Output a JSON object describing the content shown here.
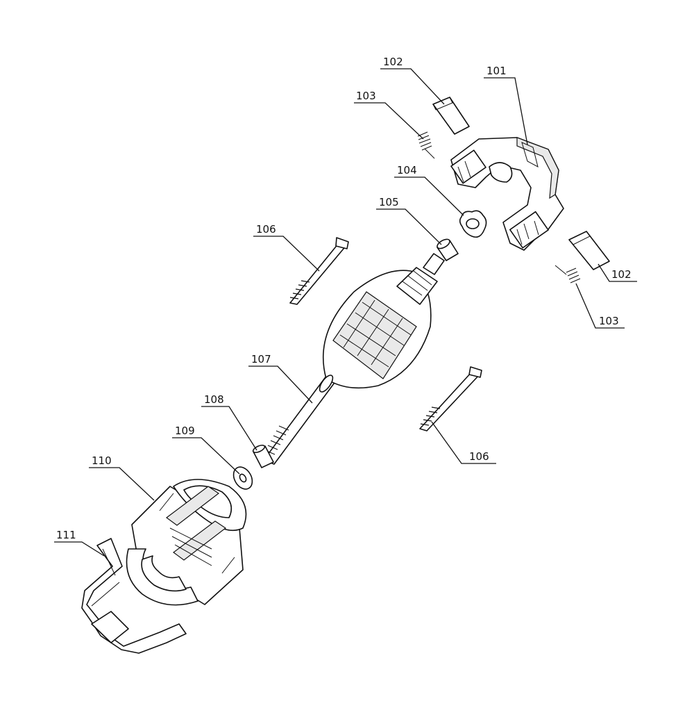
{
  "callouts": [
    {
      "key": "c101",
      "label": "101",
      "part": "brush-holder-assembly"
    },
    {
      "key": "c102a",
      "label": "102",
      "part": "carbon-brush"
    },
    {
      "key": "c102b",
      "label": "102",
      "part": "carbon-brush"
    },
    {
      "key": "c103a",
      "label": "103",
      "part": "brush-spring"
    },
    {
      "key": "c103b",
      "label": "103",
      "part": "brush-spring"
    },
    {
      "key": "c104",
      "label": "104",
      "part": "dust-cover-washer"
    },
    {
      "key": "c105",
      "label": "105",
      "part": "rear-bearing"
    },
    {
      "key": "c106a",
      "label": "106",
      "part": "housing-screw"
    },
    {
      "key": "c106b",
      "label": "106",
      "part": "housing-screw"
    },
    {
      "key": "c107",
      "label": "107",
      "part": "armature"
    },
    {
      "key": "c108",
      "label": "108",
      "part": "front-bearing"
    },
    {
      "key": "c109",
      "label": "109",
      "part": "thrust-washer"
    },
    {
      "key": "c110",
      "label": "110",
      "part": "field-stator"
    },
    {
      "key": "c111",
      "label": "111",
      "part": "field-clip"
    }
  ]
}
